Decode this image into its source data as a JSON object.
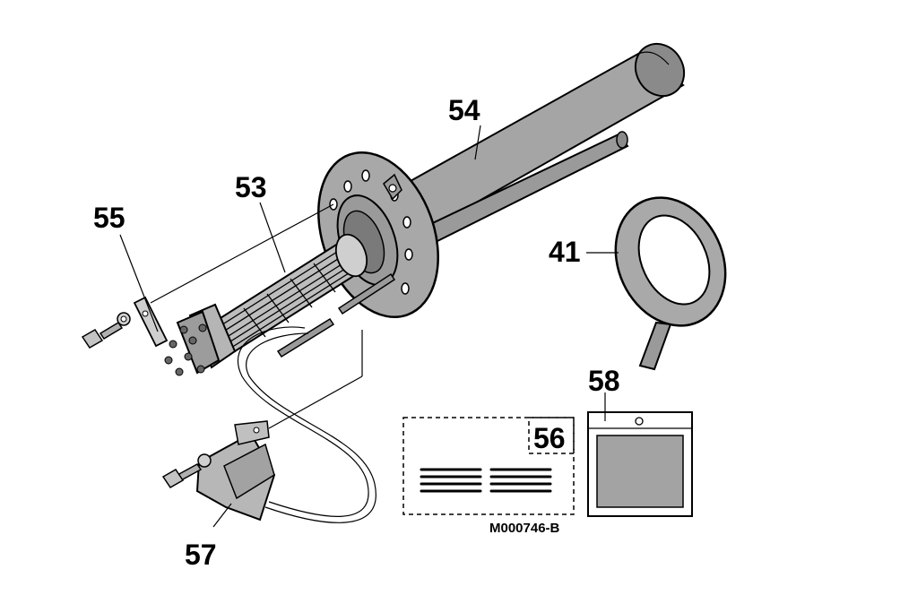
{
  "callouts": {
    "p41": "41",
    "p53": "53",
    "p54": "54",
    "p55": "55",
    "p56": "56",
    "p57": "57",
    "p58": "58"
  },
  "drawing_ref": "M000746-B",
  "colors": {
    "part_fill": "#a3a3a3",
    "part_dark": "#7c7c7c",
    "line": "#000000",
    "background": "#ffffff"
  }
}
